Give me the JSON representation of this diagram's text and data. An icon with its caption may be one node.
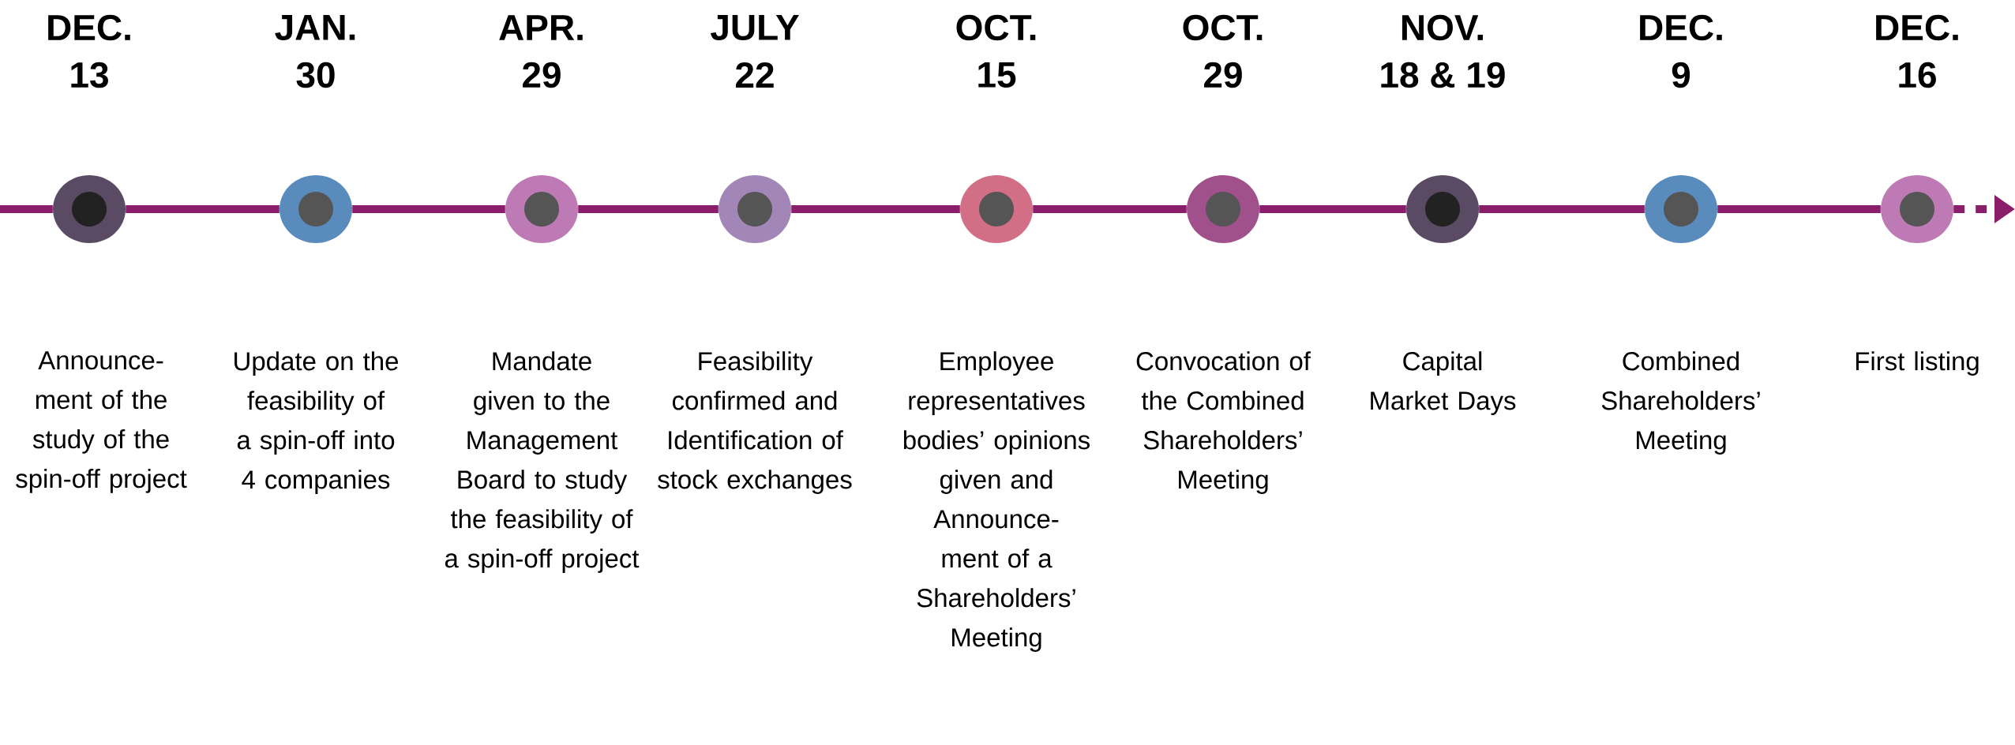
{
  "diagram": {
    "nodes": [
      {
        "text": [],
        "shape": "circle",
        "beside": [
          "DEC.",
          "13"
        ]
      },
      {
        "text": [],
        "shape": "circle",
        "beside": [
          "JAN.",
          "30"
        ]
      },
      {
        "text": [],
        "shape": "circle",
        "beside": [
          "APR.",
          "29"
        ]
      },
      {
        "text": [],
        "shape": "circle",
        "beside": [
          "JULY",
          "22"
        ]
      },
      {
        "text": [],
        "shape": "circle",
        "beside": [
          "OCT.",
          "15"
        ]
      },
      {
        "text": [],
        "shape": "circle",
        "beside": [
          "OCT.",
          "29"
        ]
      },
      {
        "text": [],
        "shape": "circle",
        "beside": [
          "NOV.",
          "18 & 19"
        ]
      },
      {
        "text": [],
        "shape": "circle",
        "beside": [
          "DEC.",
          "9"
        ]
      },
      {
        "text": [],
        "shape": "circle",
        "beside": [
          "DEC.",
          "16"
        ]
      }
    ],
    "edges": [
      {
        "from": 0,
        "to": 1,
        "arrow": "none"
      },
      {
        "from": 1,
        "to": 2,
        "arrow": "none"
      },
      {
        "from": 2,
        "to": 3,
        "arrow": "none"
      },
      {
        "from": 3,
        "to": 4,
        "arrow": "none"
      },
      {
        "from": 4,
        "to": 5,
        "arrow": "none"
      },
      {
        "from": 5,
        "to": 6,
        "arrow": "none"
      },
      {
        "from": 6,
        "to": 7,
        "arrow": "none"
      },
      {
        "from": 7,
        "to": 8,
        "arrow": "none"
      },
      {
        "from": 8,
        "to": null,
        "arrow": "to",
        "style": "dashed"
      }
    ],
    "labels": [
      "Announce-ment of the study of the spin-off project",
      "Update on the feasibility of a spin-off into 4 companies",
      "Mandate given to the Management Board to study the feasibility of a spin-off project",
      "Feasibility confirmed and Identification of stock exchanges",
      "Employee representatives bodies’ opinions given and Announce-ment of a Shareholders’ Meeting",
      "Convocation of the Combined Shareholders’ Meeting",
      "Capital Market Days",
      "Combined Shareholders’ Meeting",
      "First listing"
    ]
  }
}
